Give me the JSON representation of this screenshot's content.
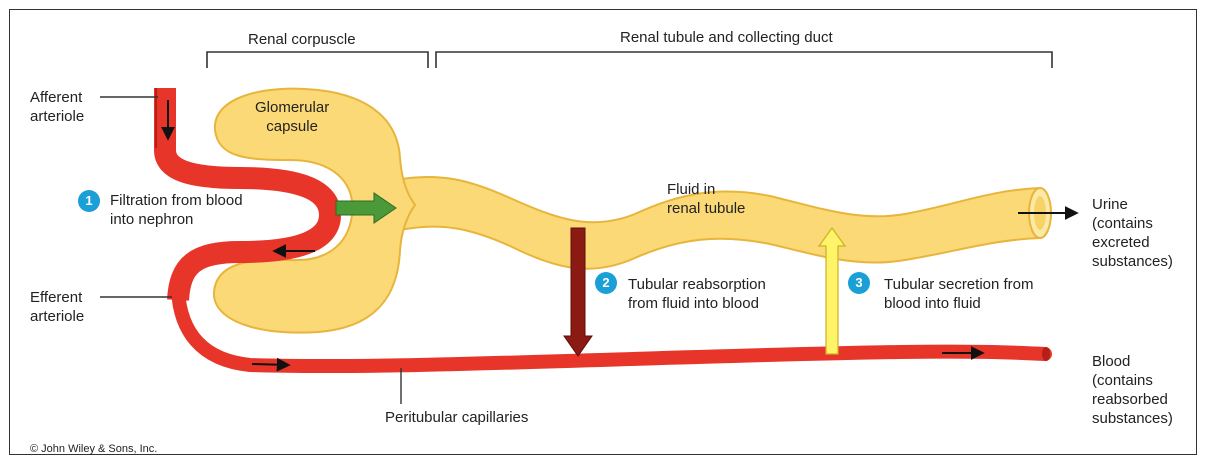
{
  "brackets": {
    "renal_corpuscle": "Renal corpuscle",
    "renal_tubule": "Renal tubule and collecting duct"
  },
  "labels": {
    "afferent": [
      "Afferent",
      "arteriole"
    ],
    "efferent": [
      "Efferent",
      "arteriole"
    ],
    "glomerular_capsule": [
      "Glomerular",
      "capsule"
    ],
    "fluid_tubule": [
      "Fluid in",
      "renal tubule"
    ],
    "urine": [
      "Urine",
      "(contains",
      "excreted",
      "substances)"
    ],
    "blood": [
      "Blood",
      "(contains",
      "reabsorbed",
      "substances)"
    ],
    "peritubular": "Peritubular capillaries",
    "copyright": "© John Wiley & Sons, Inc."
  },
  "steps": [
    {
      "number": "1",
      "lines": [
        "Filtration from blood",
        "into nephron"
      ]
    },
    {
      "number": "2",
      "lines": [
        "Tubular reabsorption",
        "from fluid into blood"
      ]
    },
    {
      "number": "3",
      "lines": [
        "Tubular secretion from",
        "blood into fluid"
      ]
    }
  ],
  "colors": {
    "tubule_fill": "#fbd977",
    "tubule_edge": "#e8b53c",
    "vessel": "#e8352a",
    "vessel_dark": "#b41f18",
    "filtration_arrow": "#4a9a3a",
    "reabsorption_arrow": "#8b1a12",
    "secretion_arrow": "#fff36a",
    "badge": "#1a9fd6"
  }
}
